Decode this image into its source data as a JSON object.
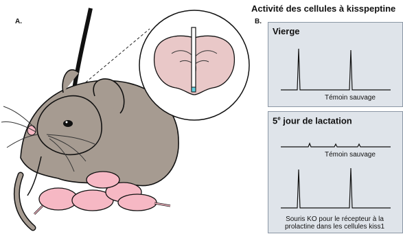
{
  "panel_a": {
    "letter": "A."
  },
  "panel_b": {
    "letter": "B.",
    "title": "Activité des cellules à kisspeptine",
    "box_virgin": {
      "title": "Vierge",
      "trace_label": "Témoin sauvage"
    },
    "box_lactation": {
      "title_prefix": "5",
      "title_sup": "e",
      "title_suffix": " jour de lactation",
      "trace1_label": "Témoin sauvage",
      "trace2_label_line1": "Souris KO pour le récepteur à la",
      "trace2_label_line2": "prolactine dans les cellules kiss1"
    }
  },
  "colors": {
    "mouse_fur": "#a69b91",
    "mouse_outline": "#111111",
    "pup_pink": "#f6b8c4",
    "brain_pink": "#e9c8c8",
    "box_fill": "#dfe4ea",
    "box_border": "#8a96a4",
    "fiber_tip": "#5fd0e0"
  }
}
